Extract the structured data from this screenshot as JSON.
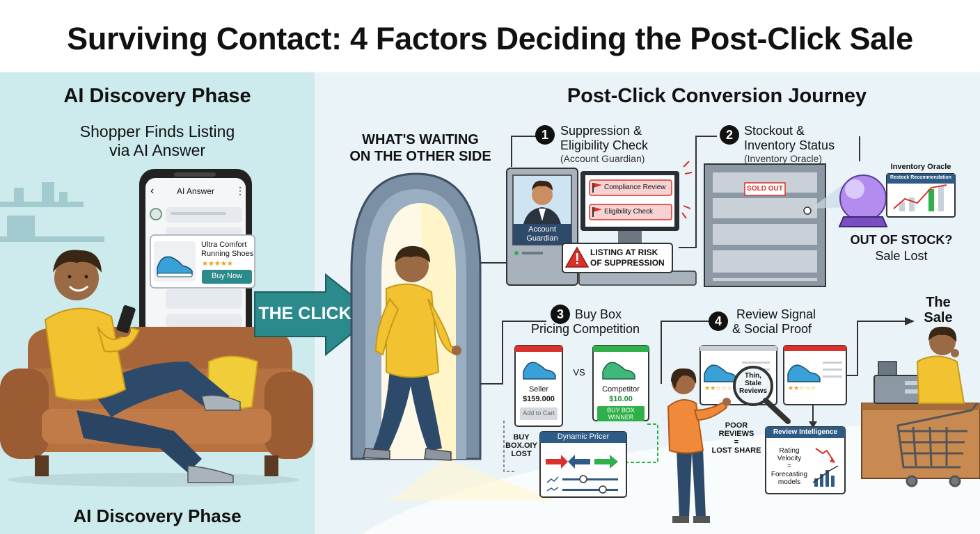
{
  "title": "Surviving Contact: 4 Factors Deciding the Post-Click Sale",
  "left": {
    "heading": "AI Discovery Phase",
    "subheading_line1": "Shopper Finds Listing",
    "subheading_line2": "via AI Answer",
    "footer": "AI Discovery Phase",
    "phone": {
      "header": "AI Answer",
      "back_glyph": "‹",
      "menu_glyph": "⋮",
      "product_name_line1": "Ultra Comfort",
      "product_name_line2": "Running Shoes",
      "stars": "★★★★★",
      "buy_label": "Buy Now"
    }
  },
  "click_label": "THE CLICK",
  "right": {
    "heading": "Post-Click Conversion Journey",
    "waiting_line1": "WHAT'S WAITING",
    "waiting_line2": "ON THE OTHER SIDE"
  },
  "factors": [
    {
      "number": "1",
      "title_line1": "Suppression &",
      "title_line2": "Eligibility Check",
      "subtitle": "(Account Guardian)",
      "guardian_line1": "Account",
      "guardian_line2": "Guardian",
      "flag1": "Compliance Review",
      "flag2": "Eligibility Check",
      "warning_line1": "LISTING AT RISK",
      "warning_line2": "OF SUPPRESSION"
    },
    {
      "number": "2",
      "title_line1": "Stockout &",
      "title_line2": "Inventory Status",
      "subtitle": "(Inventory Oracle)",
      "sold_out": "SOLD OUT",
      "oracle_label": "Inventory Oracle",
      "restock_label": "Restock Recommendation",
      "result_line1": "OUT OF STOCK?",
      "result_line2": "Sale Lost"
    },
    {
      "number": "3",
      "title_line1": "Buy Box",
      "title_line2": "Pricing Competition",
      "seller_label": "Seller",
      "seller_price": "$159.000",
      "add_to_cart": "Add to Cart",
      "vs": "VS",
      "competitor_label": "Competitor",
      "competitor_price": "$10.00",
      "winner_line1": "BUY BOX",
      "winner_line2": "WINNER",
      "lost_line1": "BUY",
      "lost_line2": "BOX.OIY",
      "lost_line3": "LOST",
      "pricer_label": "Dynamic Pricer"
    },
    {
      "number": "4",
      "title_line1": "Review Signal",
      "title_line2": "& Social Proof",
      "magnifier_line1": "Thin,",
      "magnifier_line2": "Stale",
      "magnifier_line3": "Reviews",
      "poor_line1": "POOR",
      "poor_line2": "REVIEWS",
      "poor_line3": "=",
      "poor_line4": "LOST SHARE",
      "intel_label": "Review Intelligence",
      "rating_line1": "Rating",
      "rating_line2": "Velocity",
      "equals": "=",
      "forecast_line1": "Forecasting",
      "forecast_line2": "models",
      "stars": "★★☆☆☆"
    }
  ],
  "sale_line1": "The",
  "sale_line2": "Sale",
  "colors": {
    "left_bg": "#cdebed",
    "right_bg": "#eaf3f8",
    "teal": "#2a8a8c",
    "shirt_yellow": "#f2c230",
    "pants_blue": "#2e4a6b",
    "sofa_brown": "#b5713f",
    "flag_red": "#d9312b",
    "winner_green": "#2fb04a",
    "arch_gray": "#7b8fa5"
  },
  "icons": [
    "sofa-icon",
    "phone-icon",
    "shoe-icon",
    "arrow-right-icon",
    "doorway-arch-icon",
    "flag-icon",
    "warning-icon",
    "crystal-ball-icon",
    "magnifier-icon",
    "shopping-cart-icon",
    "cash-register-icon",
    "trend-chart-icon"
  ]
}
